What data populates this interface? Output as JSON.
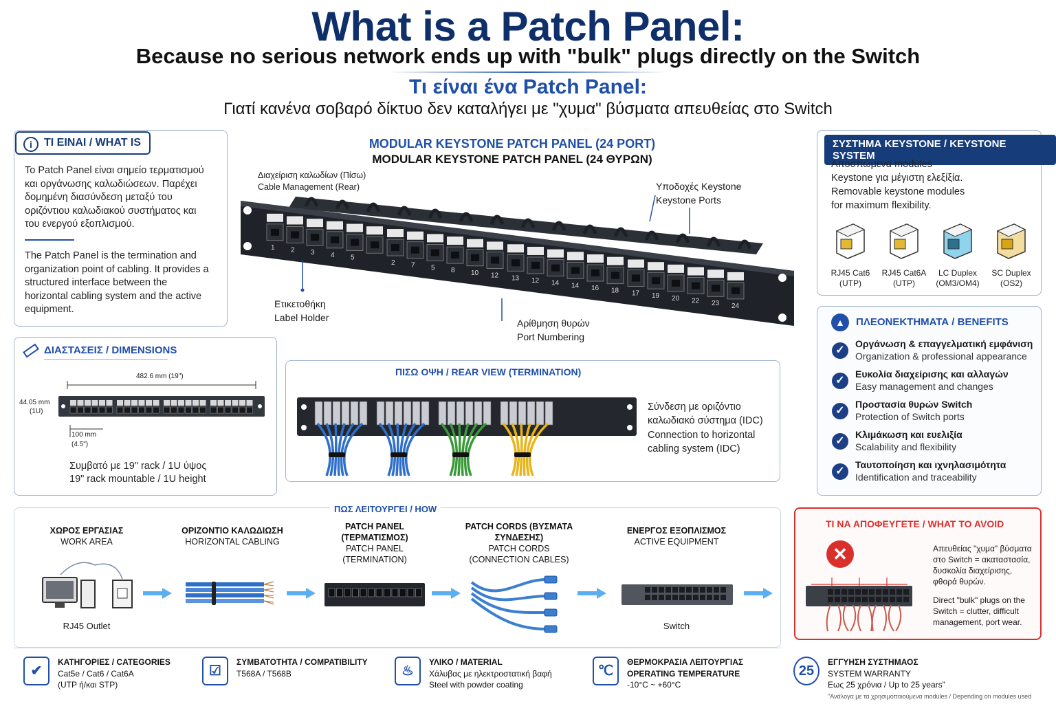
{
  "header": {
    "title": "What is a Patch Panel:",
    "subtitle": "Because no serious network ends up with \"bulk\" plugs directly on the Switch",
    "greek_title": "Τι είναι ένα Patch Panel:",
    "greek_subtitle": "Γιατί κανένα σοβαρό δίκτυο δεν καταλήγει με \"χυμα\" βύσματα απευθείας στο Switch"
  },
  "what_is": {
    "label": "ΤΙ ΕΙΝΑΙ / WHAT IS",
    "greek_text": "Το Patch Panel είναι σημείο τερματισμού και οργάνωσης καλωδιώσεων. Παρέχει δομημένη διασύνδεση μεταξύ του οριζόντιου καλωδιακού συστήματος και του ενεργού εξοπλισμού.",
    "english_text": "The Patch Panel is the termination and organization point of cabling. It provides a structured interface between the horizontal cabling system and the active equipment."
  },
  "panel": {
    "title_en": "MODULAR KEYSTONE PATCH PANEL (24 PORT)",
    "title_gr": "MODULAR KEYSTONE PATCH PANEL (24 ΘΥΡΩΝ)",
    "callout_cable_gr": "Διαχείριση καλωδίων (Πίσω)",
    "callout_cable_en": "Cable Management (Rear)",
    "callout_ports_gr": "Υποδοχές Keystone",
    "callout_ports_en": "Keystone Ports",
    "callout_label_gr": "Ετικετοθήκη",
    "callout_label_en": "Label Holder",
    "callout_num_gr": "Αρίθμηση θυρών",
    "callout_num_en": "Port Numbering",
    "port_numbers": [
      "1",
      "2",
      "3",
      "4",
      "5",
      "2",
      "7",
      "5",
      "8",
      "10",
      "12",
      "13",
      "12",
      "14",
      "14",
      "16",
      "18",
      "17",
      "19",
      "20",
      "22",
      "23",
      "24"
    ]
  },
  "keystone": {
    "label": "ΣΥΣΤΗΜΑ KEYSTONE / KEYSTONE SYSTEM",
    "greek_text": "Αποσπώμενα modules Keystone για μέγιστη ελεξίξία.",
    "english_text": "Removable keystone modules for maximum flexibility.",
    "modules": [
      {
        "name": "RJ45 Cat6",
        "sub": "(UTP)"
      },
      {
        "name": "RJ45 Cat6A",
        "sub": "(UTP)"
      },
      {
        "name": "LC Duplex",
        "sub": "(OM3/OM4)"
      },
      {
        "name": "SC Duplex",
        "sub": "(OS2)"
      }
    ]
  },
  "dimensions": {
    "label": "ΔΙΑΣΤΑΣΕΙΣ / DIMENSIONS",
    "width": "482.6 mm (19\")",
    "height": "44.05 mm",
    "height_u": "(1U)",
    "depth": "100 mm",
    "depth_in": "(4.5\")",
    "greek_note": "Συμβατό με 19\" rack / 1U ύψος",
    "english_note": "19\" rack mountable / 1U height"
  },
  "rear_view": {
    "label": "ΠΙΣΩ ΟΨΗ / REAR VIEW (TERMINATION)",
    "greek_text": "Σύνδεση με οριζόντιο καλωδιακό σύστημα (IDC)",
    "english_text": "Connection to horizontal cabling system (IDC)"
  },
  "benefits": {
    "label": "ΠΛΕΟΝΕΚΤΗΜΑΤΑ / BENEFITS",
    "items": [
      {
        "gr": "Οργάνωση & επαγγελματική εμφάνιση",
        "en": "Organization & professional appearance"
      },
      {
        "gr": "Ευκολία διαχείρισης και αλλαγών",
        "en": "Easy management and changes"
      },
      {
        "gr": "Προστασία θυρών Switch",
        "en": "Protection of Switch ports"
      },
      {
        "gr": "Κλιμάκωση και ευελιξία",
        "en": "Scalability and flexibility"
      },
      {
        "gr": "Ταυτοποίηση και ιχνηλασιμότητα",
        "en": "Identification and traceability"
      }
    ]
  },
  "flow": {
    "label": "ΠΩΣ ΛΕΙΤΟΥΡΓΕΙ / HOW",
    "steps": [
      {
        "gr": "ΧΩΡΟΣ ΕΡΓΑΣΙΑΣ",
        "en": "WORK AREA",
        "caption": "RJ45 Outlet"
      },
      {
        "gr": "ΟΡΙΖΟΝΤΙΟ ΚΑΛΩΔΙΩΣΗ",
        "en": "HORIZONTAL CABLING",
        "caption": ""
      },
      {
        "gr": "PATCH PANEL (ΤΕΡΜΑΤΙΣΜΟΣ)",
        "en": "PATCH PANEL (TERMINATION)",
        "caption": ""
      },
      {
        "gr": "PATCH CORDS (ΒΥΣΜΑΤΑ ΣΥΝΔΕΣΗΣ)",
        "en": "PATCH CORDS (CONNECTION CABLES)",
        "caption": ""
      },
      {
        "gr": "ΕΝΕΡΓΟΣ ΕΞΟΠΛΙΣΜΟΣ",
        "en": "ACTIVE EQUIPMENT",
        "caption": "Switch"
      }
    ]
  },
  "avoid": {
    "label": "ΤΙ ΝΑ ΑΠΟΦΕΥΓΕΤΕ / WHAT TO AVOID",
    "greek_text": "Απευθείας \"χυμα\" βύσματα στο Switch = ακαταστασία, δυσκολία διαχείρισης, φθορά θυρών.",
    "english_text": "Direct \"bulk\" plugs on the Switch = clutter, difficult management, port wear."
  },
  "footer": [
    {
      "icon": "shield-check-icon",
      "title": "ΚΑΤΗΓΟΡΙΕΣ / CATEGORIES",
      "line1": "Cat5e / Cat6 / Cat6A",
      "line2": "(UTP ή/και STP)"
    },
    {
      "icon": "checkbox-icon",
      "title": "ΣΥΜΒΑΤΟΤΗΤΑ / COMPATIBILITY",
      "line1": "T568A / T568B",
      "line2": ""
    },
    {
      "icon": "flame-icon",
      "title": "ΥΛΙΚΟ / MATERIAL",
      "line1": "Χάλυβας με ηλεκτροστατική βαφή",
      "line2": "Steel with powder coating"
    },
    {
      "icon": "thermometer-icon",
      "title": "ΘΕΡΜΟΚΡΑΣΙΑ ΛΕΙΤΟΥΡΓΙΑΣ",
      "line1": "OPERATING TEMPERATURE",
      "line2": "-10°C ~ +60°C"
    },
    {
      "icon": "warranty-badge-icon",
      "title": "ΕΓΓΥΗΣΗ ΣΥΣΤΗΜΑΟΣ",
      "line1": "SYSTEM WARRANTY",
      "line2": "Εως 25 χρόνια / Up to 25 years\"",
      "note": "\"Ανάλογα με τα χρησιμοποιούμενα modules / Depending on modules used",
      "badge": "25"
    }
  ],
  "colors": {
    "navy": "#0f2f6b",
    "blue": "#1f4fa8",
    "accent": "#3aa0e8",
    "red": "#d9302c"
  }
}
